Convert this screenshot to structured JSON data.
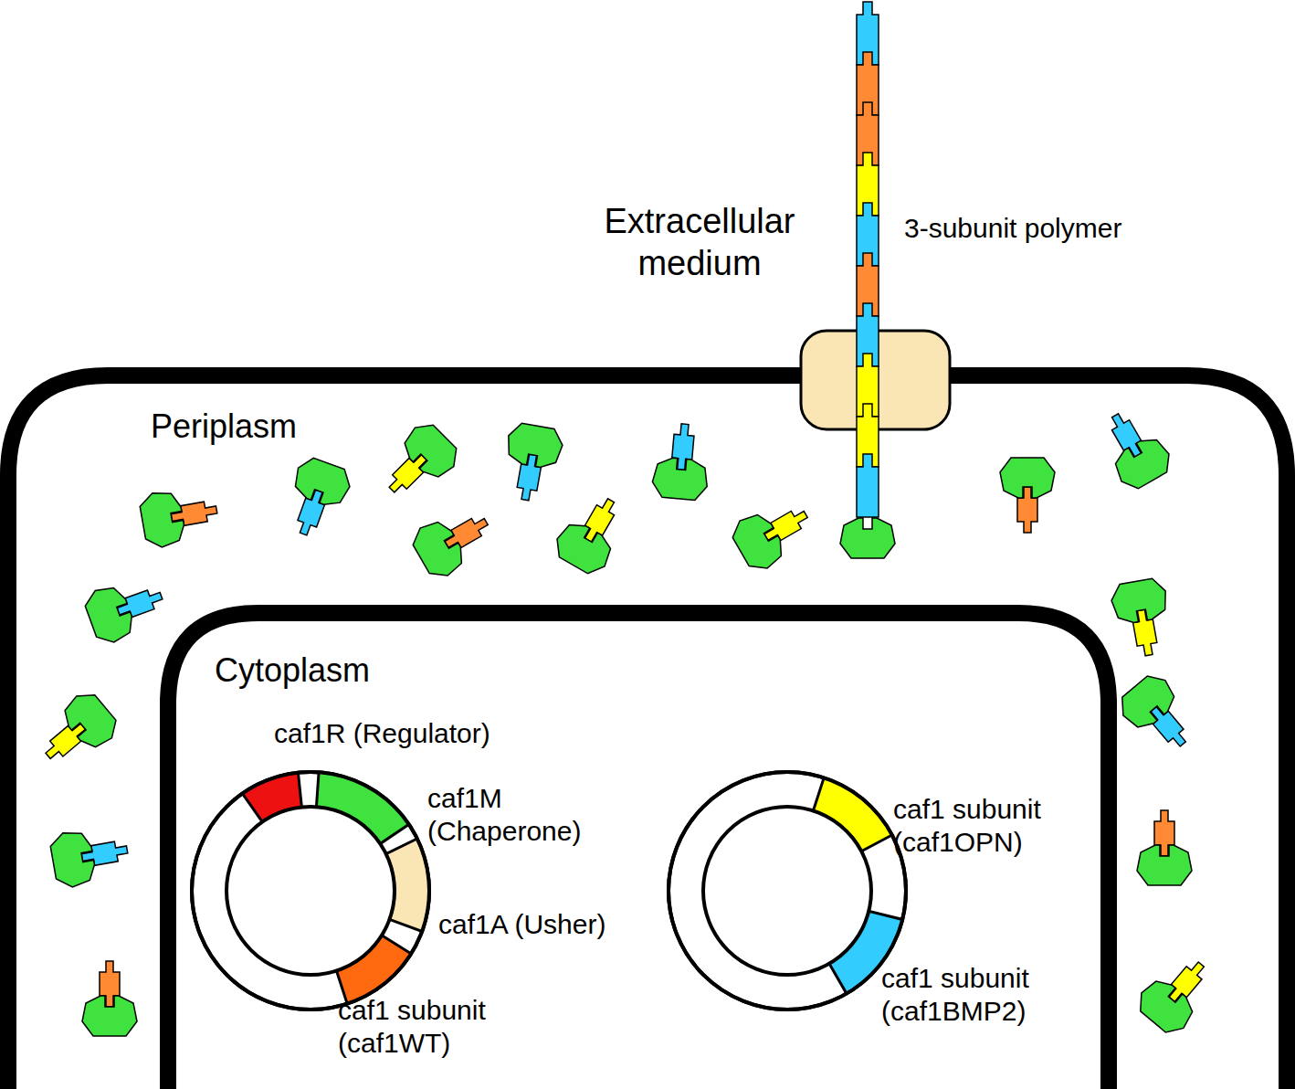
{
  "diagram": {
    "nodes": [
      {
        "text": [
          "Periplasm"
        ]
      },
      {
        "text": [
          "Cytoplasm"
        ],
        "in": 0
      }
    ],
    "labels": [
      "Extracellular medium",
      "3-subunit polymer",
      "caf1R (Regulator)",
      "caf1M (Chaperone)",
      "caf1A (Usher)",
      "caf1 subunit (caf1WT)",
      "caf1 subunit (caf1OPN)",
      "caf1 subunit (caf1BMP2)"
    ]
  }
}
